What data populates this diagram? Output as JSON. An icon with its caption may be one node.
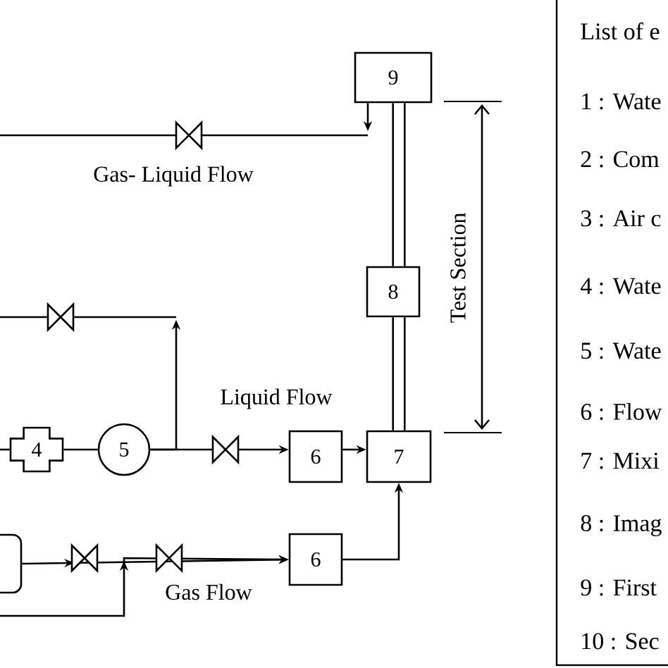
{
  "diagram": {
    "nodes": [
      {
        "text": [
          "9"
        ]
      },
      {
        "text": [
          "8"
        ]
      },
      {
        "text": [
          "4"
        ]
      },
      {
        "text": [
          "5"
        ]
      },
      {
        "text": [
          "6"
        ]
      },
      {
        "text": [
          "7"
        ]
      },
      {
        "text": [],
        "shape": "box"
      },
      {
        "text": [
          "6"
        ]
      }
    ],
    "edges": [
      {
        "from": 0,
        "to": null,
        "arrow": "to"
      },
      {
        "from": 1,
        "to": 0,
        "arrow": "none",
        "style": "thick"
      },
      {
        "from": 5,
        "to": 1,
        "arrow": "none",
        "style": "thick"
      },
      {
        "from": null,
        "to": 2,
        "arrow": "none"
      },
      {
        "from": 2,
        "to": 3,
        "arrow": "none"
      },
      {
        "from": 3,
        "to": 4,
        "arrow": "to"
      },
      {
        "from": 3,
        "to": null,
        "arrow": "to"
      },
      {
        "from": 4,
        "to": 5,
        "arrow": "to"
      },
      {
        "from": 6,
        "to": 7,
        "arrow": "to"
      },
      {
        "from": null,
        "to": 7,
        "arrow": "to"
      },
      {
        "from": 7,
        "to": 5,
        "arrow": "to"
      }
    ],
    "labels": [
      "Gas- Liquid Flow",
      "Test Section",
      "Liquid Flow",
      "Gas Flow",
      "List of e",
      "1 : Wate",
      "2 : Com",
      "3 : Air c",
      "4 : Wate",
      "5 : Wate",
      "6 : Flow",
      "7 : Mixi",
      "8 : Imag",
      "9 : First",
      "10 : Sec"
    ]
  }
}
